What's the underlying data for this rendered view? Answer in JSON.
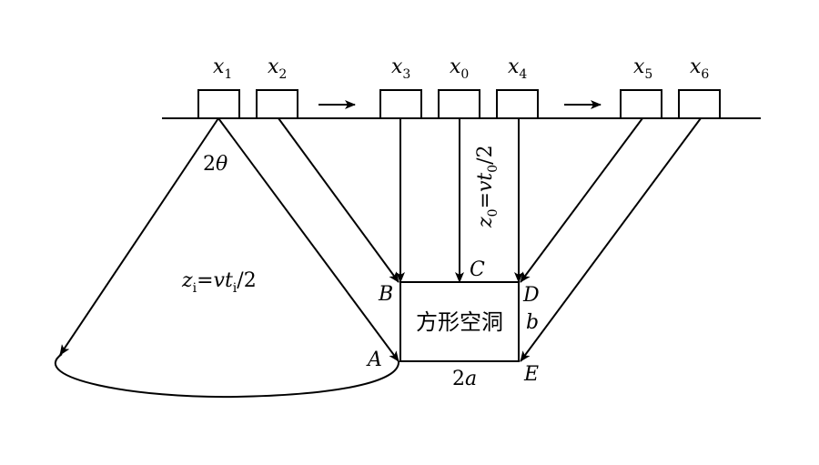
{
  "receivers": [
    {
      "name": "x",
      "sub": "1"
    },
    {
      "name": "x",
      "sub": "2"
    },
    {
      "name": "x",
      "sub": "3"
    },
    {
      "name": "x",
      "sub": "0"
    },
    {
      "name": "x",
      "sub": "4"
    },
    {
      "name": "x",
      "sub": "5"
    },
    {
      "name": "x",
      "sub": "6"
    }
  ],
  "angle_label": {
    "coef": "2",
    "symbol": "θ"
  },
  "formula_zi": {
    "z": "z",
    "z_sub": "i",
    "eq": "=",
    "v": "v",
    "t": "t",
    "t_sub": "i",
    "tail": "/2"
  },
  "formula_z0": {
    "z": "z",
    "z_sub": "0",
    "eq": "=",
    "v": "v",
    "t": "t",
    "t_sub": "0",
    "tail": "/2"
  },
  "points": {
    "A": "A",
    "B": "B",
    "C": "C",
    "D": "D",
    "E": "E"
  },
  "cavity_label": "方形空洞",
  "width_label": {
    "coef": "2",
    "var": "a"
  },
  "height_label": "b"
}
